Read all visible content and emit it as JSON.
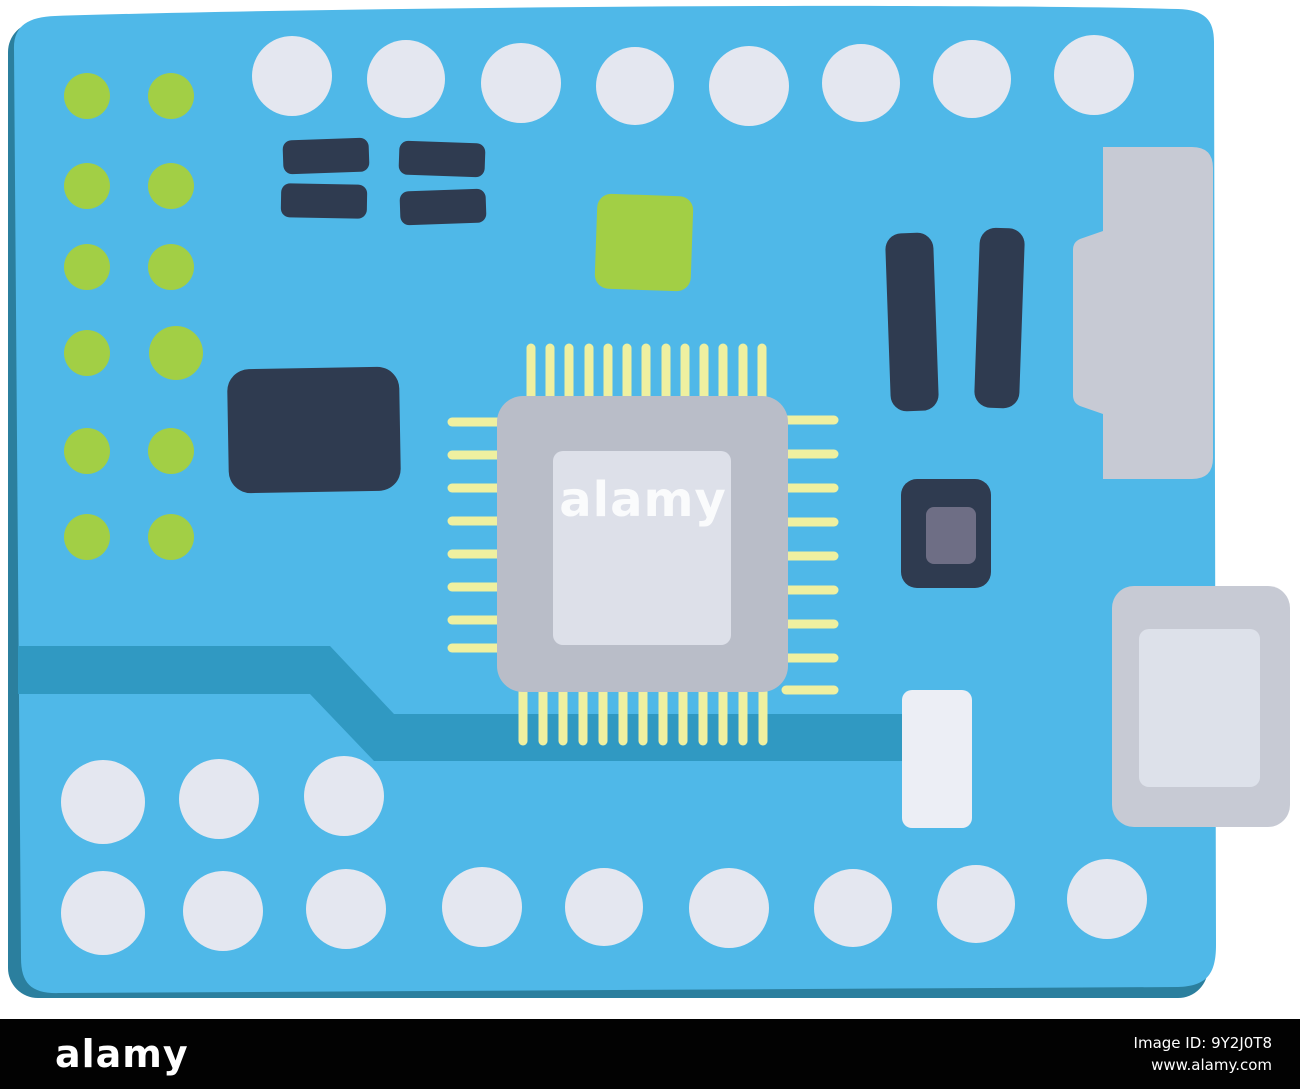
{
  "image": {
    "description": "Cartoon vector illustration of a blue microcontroller circuit board with a central chip, yellow pins, green solder pads, dark components, gray USB connector and white pin holes",
    "watermark_center": "alamy"
  },
  "footer": {
    "brand": "alamy",
    "image_id": "Image ID: 9Y2J0T8",
    "website": "www.alamy.com"
  },
  "colors": {
    "board": "#4fb8e8",
    "board_edge": "#2b7f9e",
    "trace": "#3099c2",
    "pad_green": "#a2cf45",
    "component_dark": "#2f3b50",
    "hole_white": "#e4e7f0",
    "chip_gray": "#b9bdc8",
    "chip_inner": "#dde0e9",
    "pin_yellow": "#eff0a0",
    "connector_gray": "#c7cad4",
    "module_inner_gray": "#6e6e85",
    "footer_bg": "#020202",
    "background": "#ffffff"
  }
}
